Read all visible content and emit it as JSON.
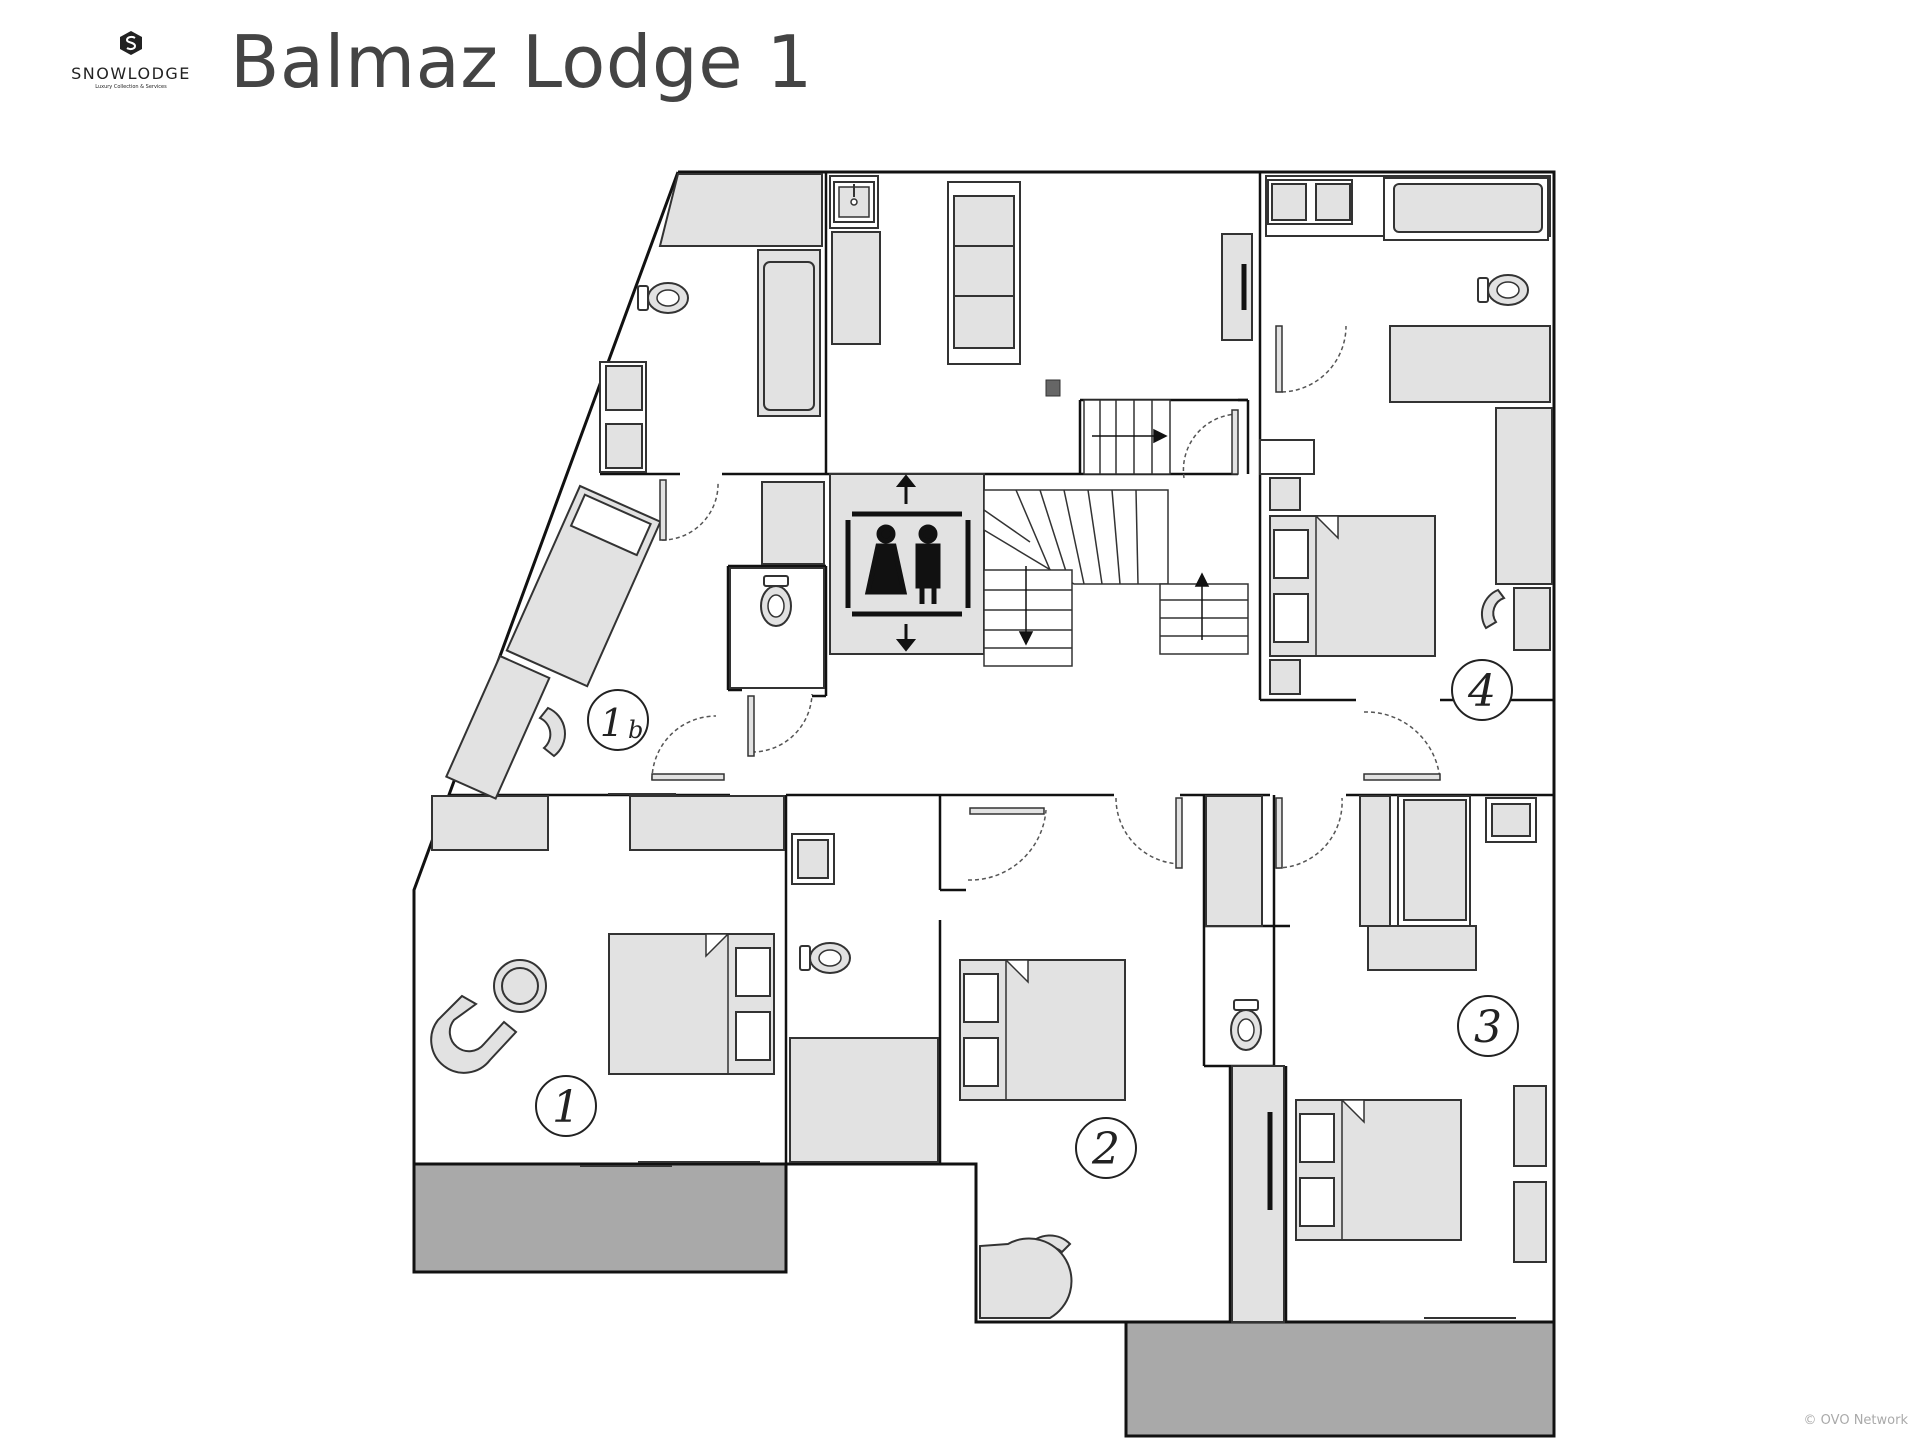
{
  "brand": {
    "name": "SNOWLODGE",
    "tagline": "Luxury Collection & Services"
  },
  "title": "Balmaz Lodge 1",
  "rooms": [
    {
      "id": "1",
      "main": "1",
      "sub": ""
    },
    {
      "id": "1b",
      "main": "1",
      "sub": "b"
    },
    {
      "id": "2",
      "main": "2",
      "sub": ""
    },
    {
      "id": "3",
      "main": "3",
      "sub": ""
    },
    {
      "id": "4",
      "main": "4",
      "sub": ""
    }
  ],
  "copyright": "© OVO Network",
  "colors": {
    "wall": "#111111",
    "furniture": "#e2e2e2",
    "terrace": "#a9a9a9",
    "title": "#444444"
  },
  "icons": [
    "snowlodge-logo-icon",
    "elevator-icon",
    "stair-arrow-icon",
    "bed-icon",
    "toilet-icon",
    "sink-icon",
    "bathtub-icon",
    "shower-icon",
    "chair-icon"
  ]
}
